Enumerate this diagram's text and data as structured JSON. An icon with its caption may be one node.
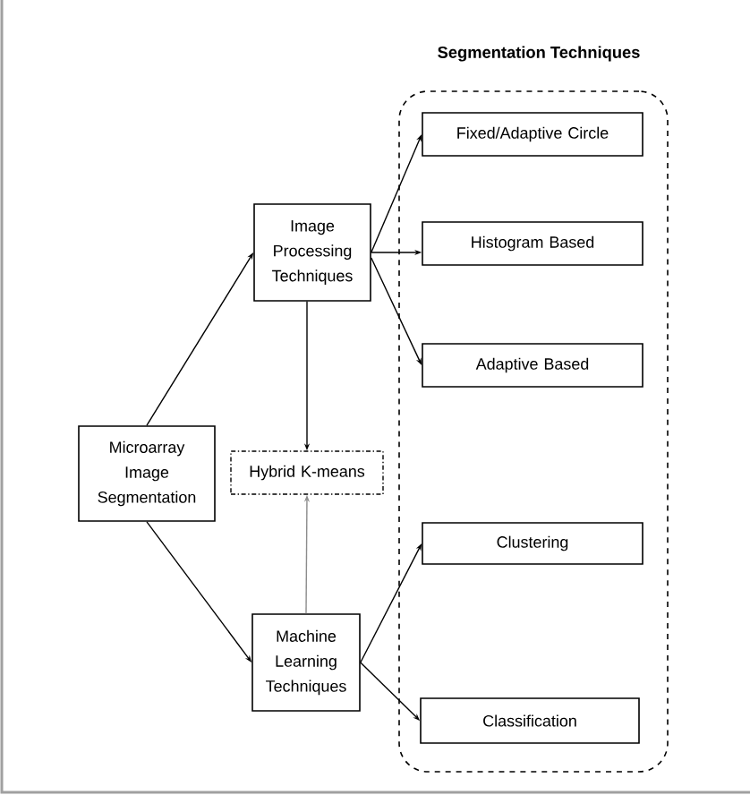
{
  "diagram": {
    "nodes": [
      {
        "text": [
          "Segmentation Techniques"
        ]
      },
      {
        "text": [
          "Fixed/Adaptive Circle"
        ],
        "in": 0
      },
      {
        "text": [
          "Image Processing Techniques"
        ]
      },
      {
        "text": [
          "Histogram Based"
        ],
        "in": 0
      },
      {
        "text": [
          "Adaptive Based"
        ],
        "in": 0
      },
      {
        "text": [
          "Microarray Image Segmentation"
        ]
      },
      {
        "text": [
          "Hybrid K-means"
        ]
      },
      {
        "text": [
          "Clustering"
        ],
        "in": 0
      },
      {
        "text": [
          "Machine Learning Techniques"
        ]
      },
      {
        "text": [
          "Classification"
        ],
        "in": 0
      }
    ],
    "edges": [
      {
        "from": 5,
        "to": 2,
        "arrow": "to"
      },
      {
        "from": 5,
        "to": 8,
        "arrow": "to"
      },
      {
        "from": 2,
        "to": 1,
        "arrow": "to"
      },
      {
        "from": 2,
        "to": 3,
        "arrow": "to"
      },
      {
        "from": 2,
        "to": 4,
        "arrow": "to"
      },
      {
        "from": 2,
        "to": 6,
        "arrow": "to"
      },
      {
        "from": 8,
        "to": 6,
        "arrow": "to",
        "color": "#8c8c8c"
      },
      {
        "from": 8,
        "to": 7,
        "arrow": "to"
      },
      {
        "from": 8,
        "to": 9,
        "arrow": "to"
      }
    ]
  }
}
